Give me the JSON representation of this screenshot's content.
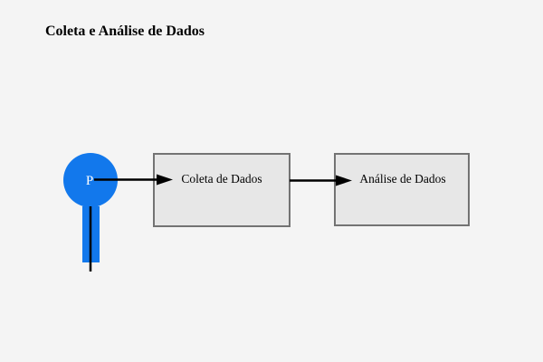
{
  "page": {
    "title": "Coleta e Análise de Dados",
    "background": "#f4f4f4"
  },
  "actor": {
    "label": "P",
    "color": "#1278ec"
  },
  "nodes": [
    {
      "label": "Coleta de Dados"
    },
    {
      "label": "Análise de Dados"
    }
  ],
  "colors": {
    "node_fill": "#e7e7e7",
    "node_border": "#737373",
    "arrow": "#000000"
  }
}
